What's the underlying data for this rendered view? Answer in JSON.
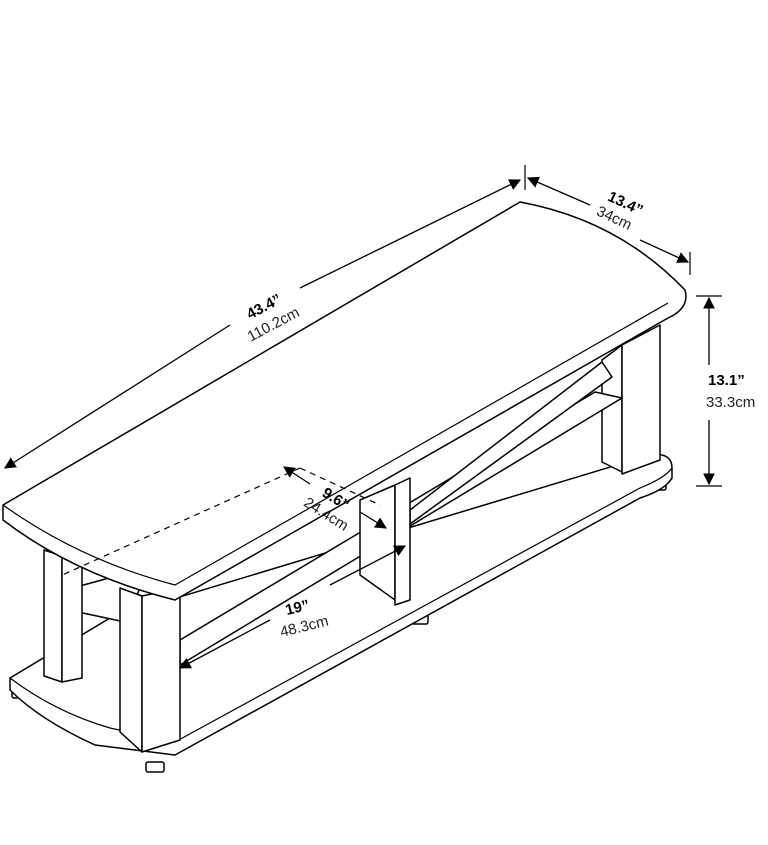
{
  "dimensions": {
    "length": {
      "imperial": "43.4”",
      "metric": "110.2cm"
    },
    "depth": {
      "imperial": "13.4”",
      "metric": "34cm"
    },
    "height": {
      "imperial": "13.1”",
      "metric": "33.3cm"
    },
    "shelf_depth": {
      "imperial": "9.6”",
      "metric": "24.4cm"
    },
    "shelf_width": {
      "imperial": "19”",
      "metric": "48.3cm"
    }
  }
}
